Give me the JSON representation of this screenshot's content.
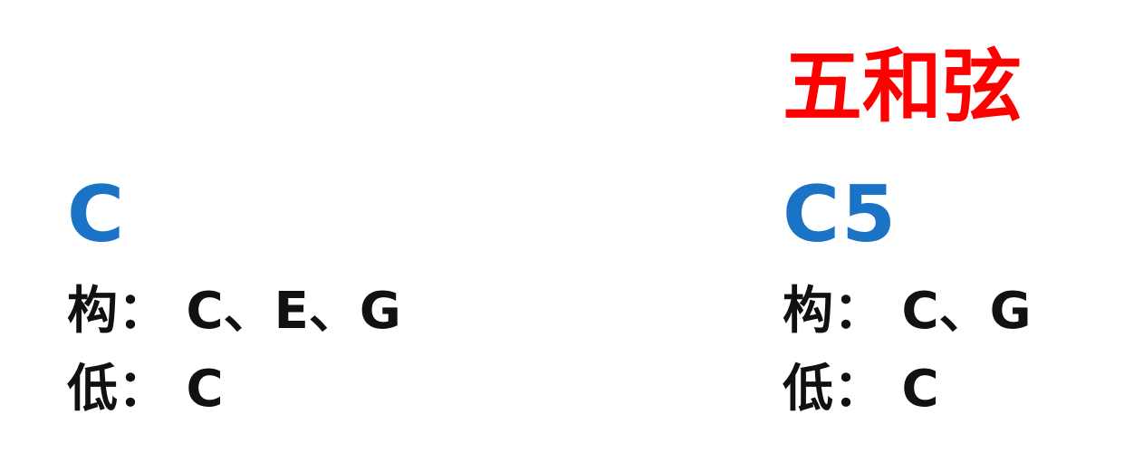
{
  "left": {
    "chord_name": "C",
    "composition_label": "构：",
    "composition_notes": "C、E、G",
    "bass_label": "低：",
    "bass_note": "C"
  },
  "right": {
    "title": "五和弦",
    "chord_name": "C5",
    "composition_label": "构：",
    "composition_notes": "C、G",
    "bass_label": "低：",
    "bass_note": "C"
  },
  "colors": {
    "title": "#ff0000",
    "chord_name": "#1a73c4",
    "text": "#111111",
    "background": "#ffffff"
  }
}
